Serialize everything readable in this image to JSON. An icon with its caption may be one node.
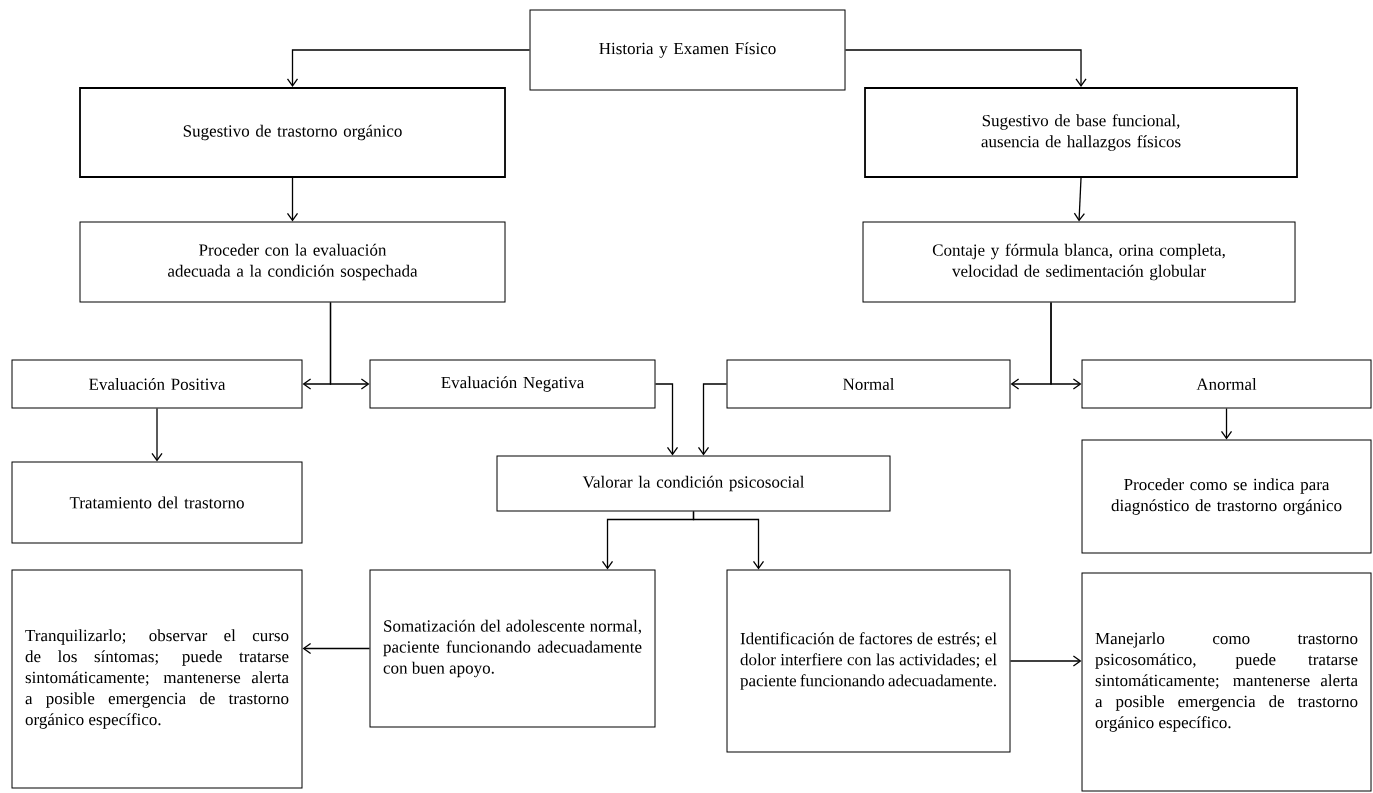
{
  "diagram": {
    "nodes": [
      {
        "text": [
          "Historia y Examen Físico"
        ]
      },
      {
        "text": [
          "Sugestivo de trastorno orgánico"
        ]
      },
      {
        "text": [
          "Sugestivo de base funcional, ausencia de hallazgos físicos"
        ]
      },
      {
        "text": [
          "Proceder con la evaluación adecuada a la condición sospechada"
        ]
      },
      {
        "text": [
          "Contaje y fórmula blanca, orina completa, velocidad de sedimentación globular"
        ]
      },
      {
        "text": [
          "Evaluación Positiva"
        ]
      },
      {
        "text": [
          "Evaluación Negativa"
        ]
      },
      {
        "text": [
          "Normal"
        ]
      },
      {
        "text": [
          "Anormal"
        ]
      },
      {
        "text": [
          "Tratamiento del trastorno"
        ]
      },
      {
        "text": [
          "Valorar la condición psicosocial"
        ]
      },
      {
        "text": [
          "Proceder como se indica para diagnóstico de trastorno orgánico"
        ]
      },
      {
        "text": [
          "Tranquilizarlo; observar el curso de los síntomas; puede tratarse sintomáticamente; mantenerse alerta a posible emergencia de trastorno orgánico específico."
        ]
      },
      {
        "text": [
          "Somatización del adolescente normal, paciente funcionando adecuadamente con buen apoyo."
        ]
      },
      {
        "text": [
          "Identificación de factores de estrés; el dolor interfiere con las actividades; el paciente funcionando adecuadamente."
        ]
      },
      {
        "text": [
          "Manejarlo como trastorno psicosomático, puede tratarse sintomáticamente; mantenerse alerta a posible emergencia de trastorno orgánico específico."
        ]
      }
    ],
    "edges": [
      {
        "from": 0,
        "to": 1,
        "arrow": "to"
      },
      {
        "from": 0,
        "to": 2,
        "arrow": "to"
      },
      {
        "from": 1,
        "to": 3,
        "arrow": "to"
      },
      {
        "from": 2,
        "to": 4,
        "arrow": "to"
      },
      {
        "from": 3,
        "to": 5,
        "arrow": "to"
      },
      {
        "from": 3,
        "to": 6,
        "arrow": "to"
      },
      {
        "from": 4,
        "to": 7,
        "arrow": "to"
      },
      {
        "from": 4,
        "to": 8,
        "arrow": "to"
      },
      {
        "from": 5,
        "to": 9,
        "arrow": "to"
      },
      {
        "from": 6,
        "to": 10,
        "arrow": "to"
      },
      {
        "from": 7,
        "to": 10,
        "arrow": "to"
      },
      {
        "from": 8,
        "to": 11,
        "arrow": "to"
      },
      {
        "from": 10,
        "to": 13,
        "arrow": "to"
      },
      {
        "from": 10,
        "to": 14,
        "arrow": "to"
      },
      {
        "from": 13,
        "to": 12,
        "arrow": "to"
      },
      {
        "from": 14,
        "to": 15,
        "arrow": "to"
      }
    ]
  }
}
